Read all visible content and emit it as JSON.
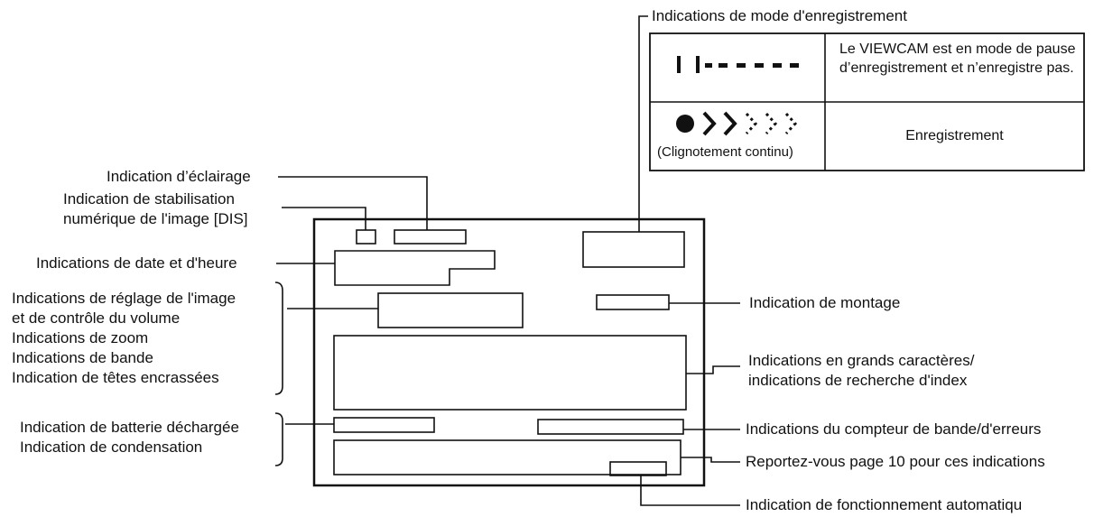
{
  "labels": {
    "mode_title": "Indications de mode d'enregistrement",
    "eclairage": "Indication d’éclairage",
    "dis": [
      "Indication de stabilisation",
      "numérique de l'image [DIS]"
    ],
    "date_heure": "Indications de date et d'heure",
    "reglage_group": [
      "Indications de réglage de l'image",
      "et de contrôle du volume",
      "Indications de zoom",
      "Indications de bande",
      "Indication de têtes encrassées"
    ],
    "batterie_group": [
      "Indication de batterie déchargée",
      "Indication de condensation"
    ],
    "montage": "Indication de montage",
    "grands_caracteres": [
      "Indications en grands caractères/",
      "indications de recherche d'index"
    ],
    "compteur": "Indications du compteur de bande/d'erreurs",
    "reportez": "Reportez-vous page 10 pour ces indications",
    "auto": "Indication de fonctionnement automatiqu"
  },
  "mode_table": {
    "rows": [
      {
        "symbol": "pause-symbol",
        "description": "Le VIEWCAM est en mode de pause d’enregistrement et n’enregistre pas."
      },
      {
        "symbol": "record-symbol",
        "note": "(Clignotement continu)",
        "description": "Enregistrement"
      }
    ]
  },
  "colors": {
    "ink": "#111111",
    "background": "#ffffff"
  }
}
